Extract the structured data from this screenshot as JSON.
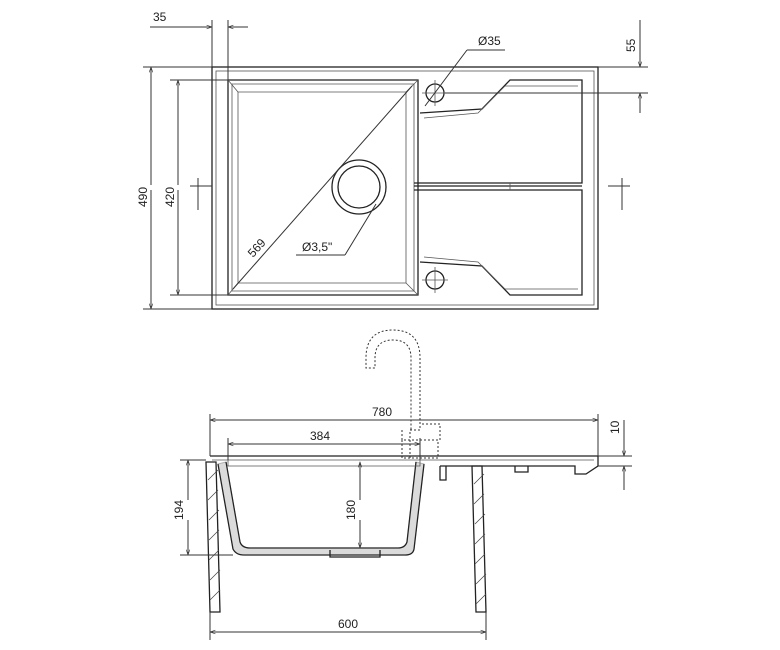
{
  "top_view": {
    "dim_left_offset": "35",
    "dim_hole_diameter": "Ø35",
    "dim_hole_offset": "55",
    "dim_total_depth": "490",
    "dim_bowl_depth": "420",
    "dim_diagonal": "569",
    "dim_drain_diameter": "Ø3,5\""
  },
  "side_view": {
    "dim_total_width": "780",
    "dim_bowl_width": "384",
    "dim_deck_thickness": "10",
    "dim_total_height": "194",
    "dim_bowl_height": "180",
    "dim_cabinet_width": "600"
  }
}
